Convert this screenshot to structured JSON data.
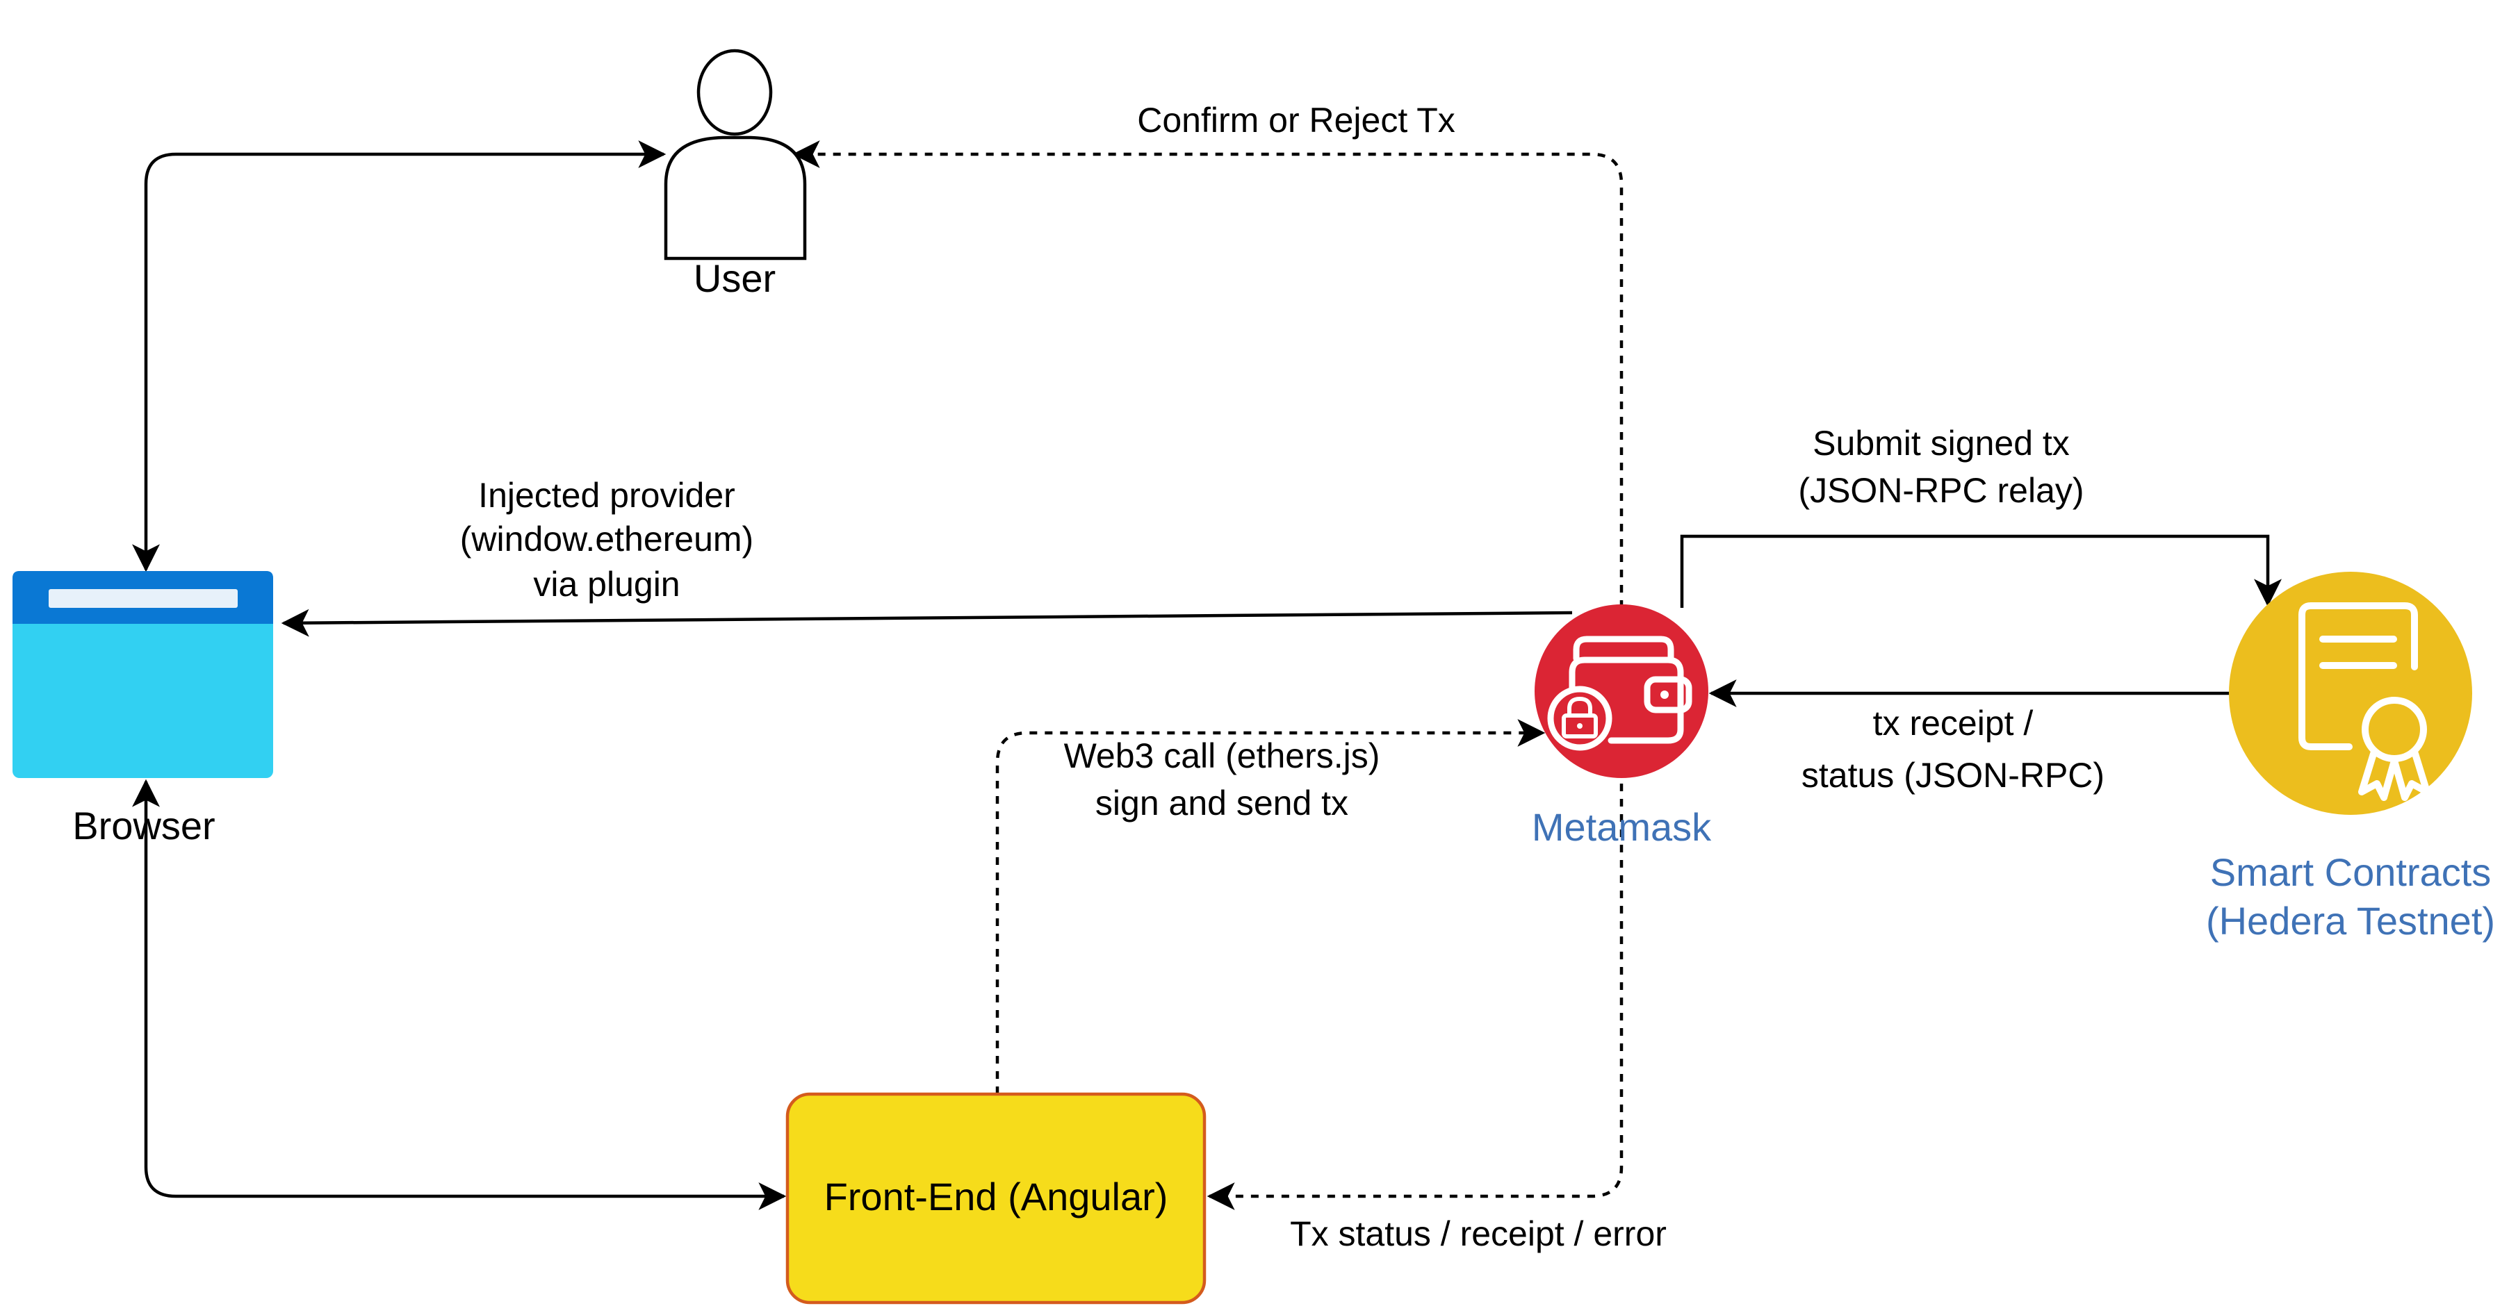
{
  "nodes": {
    "user": {
      "label": "User"
    },
    "browser": {
      "label": "Browser",
      "color_top": "#0a78d4",
      "color_body": "#32d0f2"
    },
    "metamask": {
      "label": "Metamask",
      "color": "#db2534",
      "label_color": "#3f72b6"
    },
    "smart_contracts": {
      "label_line1": "Smart Contracts",
      "label_line2": "(Hedera Testnet)",
      "color": "#ecbe1e",
      "label_color": "#3f72b6"
    },
    "frontend": {
      "label": "Front-End (Angular)",
      "fill": "#f6dc1b",
      "stroke": "#d45b1d"
    }
  },
  "edges": {
    "confirm": {
      "label": "Confirm or Reject Tx"
    },
    "injected": {
      "line1": "Injected provider",
      "line2": "(window.ethereum)",
      "line3": "via plugin"
    },
    "submit": {
      "line1": "Submit signed tx",
      "line2": "(JSON-RPC relay)"
    },
    "receipt": {
      "line1": "tx receipt /",
      "line2": "status (JSON-RPC)"
    },
    "web3": {
      "line1": "Web3 call (ethers.js)",
      "line2": "sign and send tx"
    },
    "status": {
      "label": "Tx status / receipt / error"
    }
  }
}
